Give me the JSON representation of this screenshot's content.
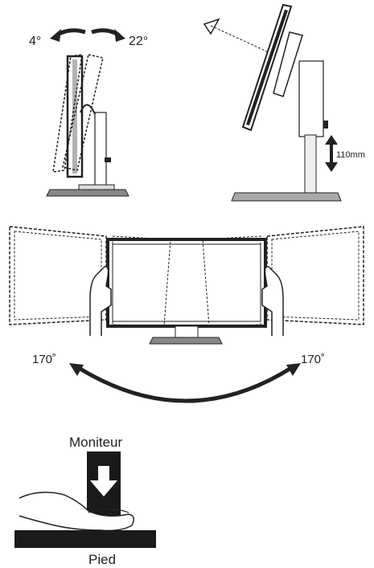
{
  "tilt": {
    "back_angle": "4°",
    "forward_angle": "22°"
  },
  "height": {
    "adjustment": "110mm"
  },
  "swivel": {
    "left_angle": "170˚",
    "right_angle": "170˚"
  },
  "handling": {
    "top_label": "Moniteur",
    "bottom_label": "Pied"
  },
  "colors": {
    "line": "#222222",
    "fill_dark": "#1a1a1a",
    "fill_mid": "#9a9a9a",
    "fill_light": "#e6e6e6"
  }
}
